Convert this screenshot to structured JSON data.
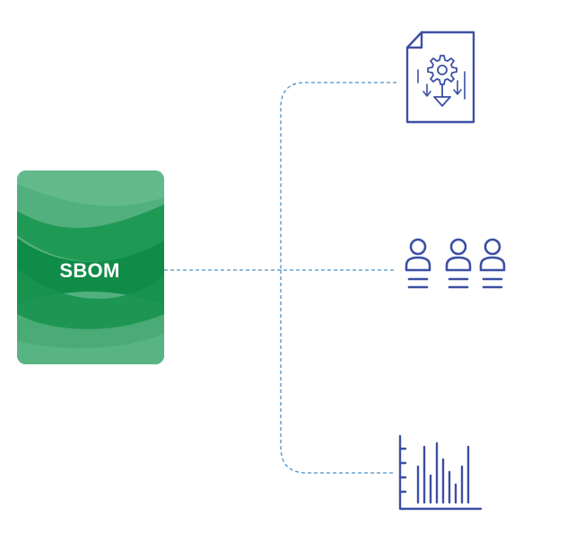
{
  "source_node": {
    "label": "SBOM",
    "icon": "sbom-card",
    "color": "#3fae72"
  },
  "connector": {
    "style": "dashed",
    "color": "#4a90c8"
  },
  "targets": [
    {
      "icon": "document-gear-icon"
    },
    {
      "icon": "people-group-icon"
    },
    {
      "icon": "bar-chart-icon"
    }
  ],
  "icon_color": "#3c4fa3"
}
